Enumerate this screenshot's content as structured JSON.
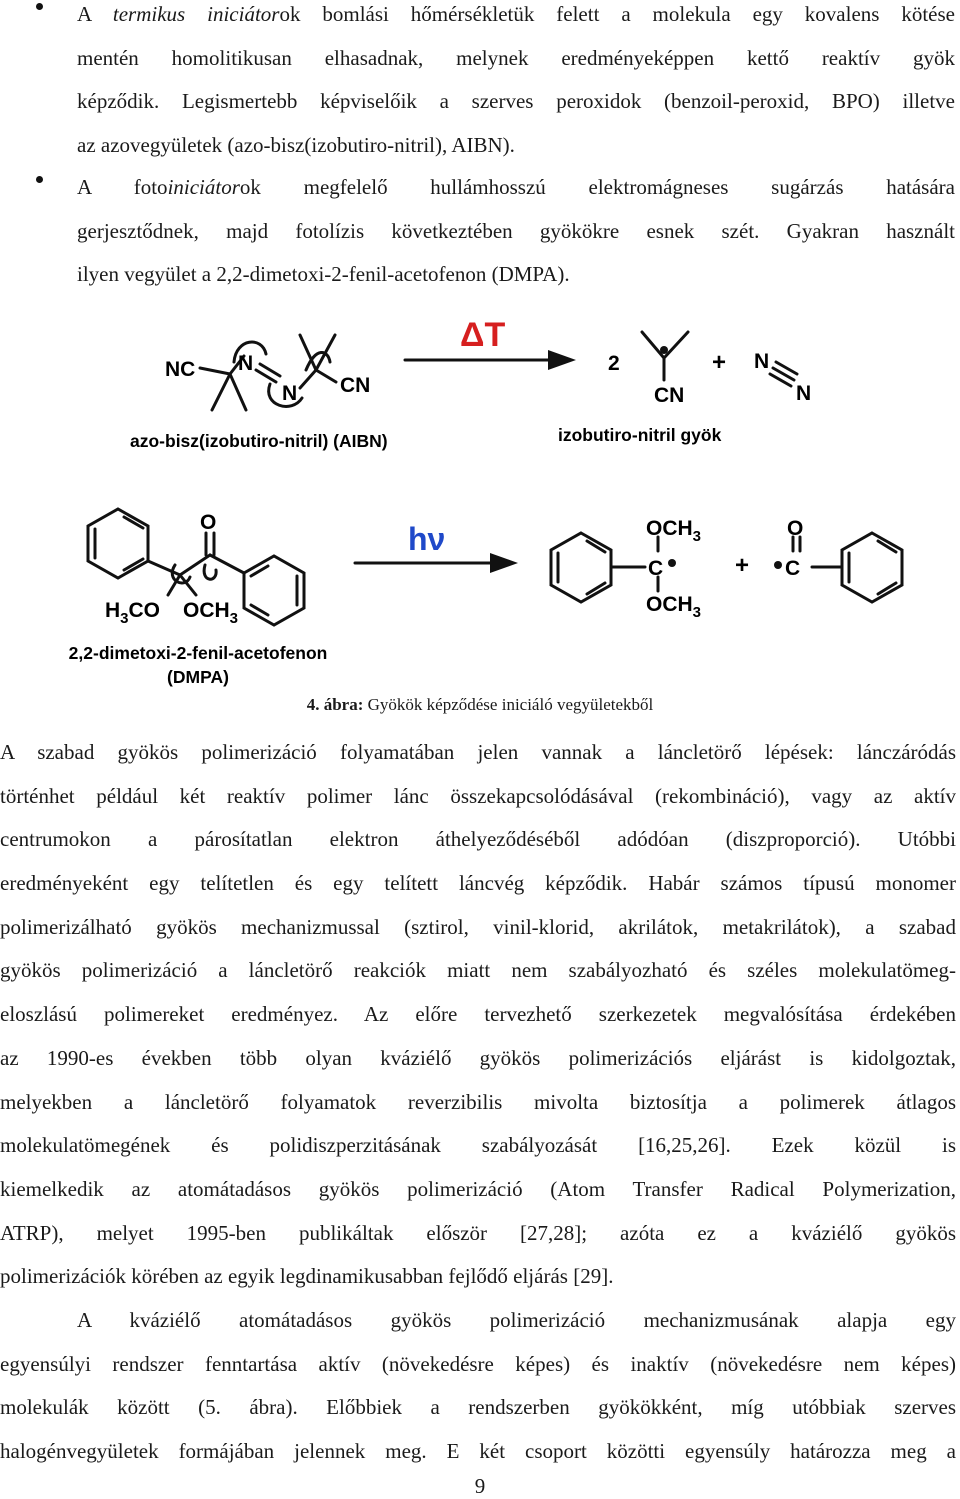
{
  "bullets": [
    {
      "lines": [
        [
          "A ",
          {
            "em": "termikus iniciátor"
          },
          "ok bomlási hőmérsékletük felett a molekula egy kovalens kötése"
        ],
        [
          "mentén homolitikusan elhasadnak, melynek eredményeképpen kettő reaktív gyök"
        ],
        [
          "képződik. Legismertebb képviselőik a szerves peroxidok (benzoil-peroxid, BPO) illetve"
        ],
        [
          "az azovegyületek (azo-bisz(izobutiro-nitril), AIBN)."
        ]
      ]
    },
    {
      "lines": [
        [
          "A foto",
          {
            "em": "iniciátor"
          },
          "ok megfelelő hullámhosszú elektromágneses sugárzás hatására"
        ],
        [
          "gerjesztődnek, majd fotolízis következtében gyökökre esnek szét. Gyakran használt"
        ],
        [
          "ilyen vegyület a 2,2-dimetoxi-2-fenil-acetofenon (DMPA)."
        ]
      ]
    }
  ],
  "scheme_aibn": {
    "reactant_label": "azo-bisz(izobutiro-nitril) (AIBN)",
    "arrow_label": "ΔT",
    "coefficient": "2",
    "plus": "+",
    "product_label": "izobutiro-nitril gyök",
    "atoms": {
      "nc": "NC",
      "n": "N",
      "cn": "CN"
    }
  },
  "scheme_dmpa": {
    "reactant_label_line1": "2,2-dimetoxi-2-fenil-acetofenon",
    "reactant_label_line2": "(DMPA)",
    "arrow_label": "hν",
    "plus": "+",
    "atoms": {
      "o": "O",
      "c": "C",
      "och3": "OCH",
      "h3co": "H",
      "sub3": "3",
      "co": "CO"
    }
  },
  "figure_caption": {
    "label": "4. ábra:",
    "text": " Gyökök képződése iniciáló vegyületekből"
  },
  "paragraph1": [
    "A szabad gyökös polimerizáció folyamatában jelen vannak a láncletörő lépések: lánczáródás",
    "történhet például két reaktív polimer lánc összekapcsolódásával (rekombináció), vagy az aktív",
    "centrumokon a párosítatlan elektron áthelyeződéséből adódóan (diszproporció). Utóbbi",
    "eredményeként egy telítetlen és egy telített láncvég képződik. Habár számos típusú monomer",
    "polimerizálható gyökös mechanizmussal (sztirol, vinil-klorid, akrilátok, metakrilátok), a szabad",
    "gyökös polimerizáció a láncletörő reakciók miatt nem szabályozható és széles molekulatömeg-",
    "eloszlású polimereket eredményez. Az előre tervezhető szerkezetek megvalósítása érdekében",
    "az 1990-es években több olyan kváziélő gyökös polimerizációs eljárást is kidolgoztak,",
    "melyekben a láncletörő folyamatok reverzibilis mivolta biztosítja a polimerek átlagos",
    "molekulatömegének és polidiszperzitásának szabályozását [16,25,26]. Ezek közül is",
    "kiemelkedik az atomátadásos gyökös polimerizáció (Atom Transfer Radical Polymerization,",
    "ATRP), melyet 1995-ben publikáltak először [27,28]; azóta ez a kváziélő gyökös",
    "polimerizációk körében az egyik legdinamikusabban fejlődő eljárás [29]."
  ],
  "paragraph2": [
    "A kváziélő atomátadásos gyökös polimerizáció mechanizmusának alapja egy",
    "egyensúlyi rendszer fenntartása aktív (növekedésre képes) és inaktív (növekedésre nem képes)",
    "molekulák között (5. ábra). Előbbiek a rendszerben gyökökként, míg utóbbiak szerves",
    "halogénvegyületek formájában jelennek meg. E két csoport közötti egyensúly határozza meg a"
  ],
  "page_number": "9"
}
